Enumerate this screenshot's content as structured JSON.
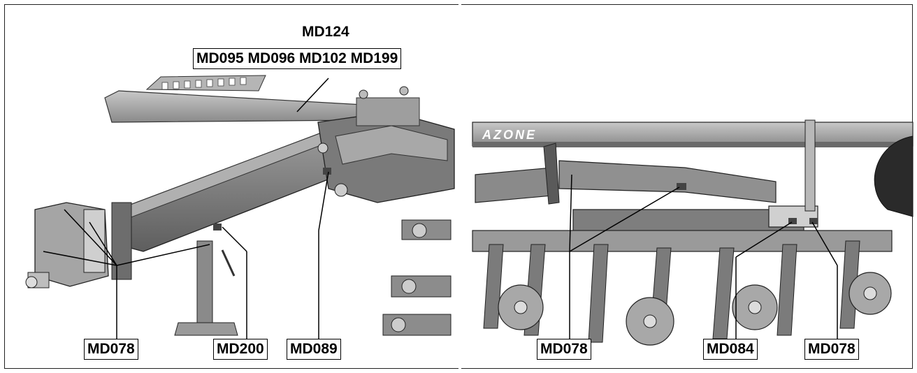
{
  "labels": {
    "md124": "MD124",
    "md_group": "MD095 MD096 MD102 MD199",
    "left_md078": "MD078",
    "md200": "MD200",
    "md089": "MD089",
    "right_md078_a": "MD078",
    "md084": "MD084",
    "right_md078_b": "MD078",
    "brand": "AZONE"
  }
}
